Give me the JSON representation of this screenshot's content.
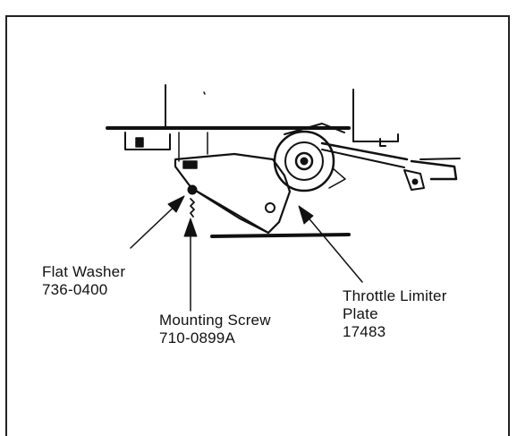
{
  "callouts": {
    "flat_washer": {
      "name": "Flat Washer",
      "part": "736-0400"
    },
    "mounting_screw": {
      "name": "Mounting Screw",
      "part": "710-0899A"
    },
    "throttle_limiter_plate": {
      "name_line1": "Throttle Limiter",
      "name_line2": "Plate",
      "part": "17483"
    }
  },
  "colors": {
    "ink": "#111111",
    "background": "#ffffff"
  }
}
